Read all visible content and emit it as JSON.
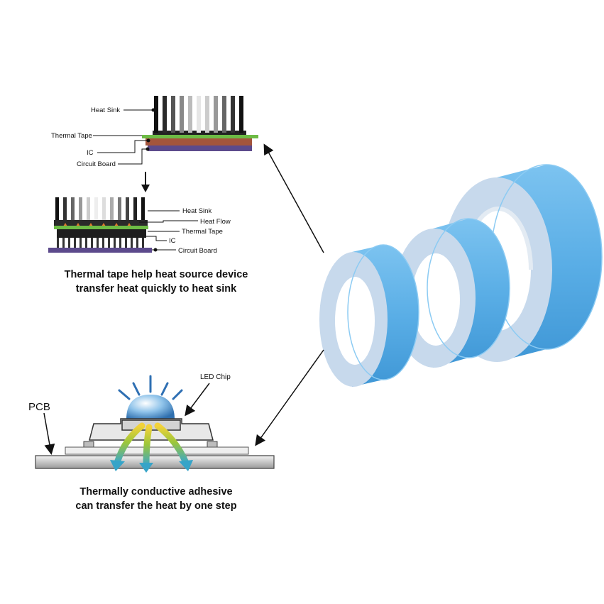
{
  "top_diagram": {
    "labels": {
      "heat_sink": "Heat Sink",
      "thermal_tape": "Thermal Tape",
      "ic": "IC",
      "circuit_board": "Circuit Board"
    },
    "bottom_labels": {
      "heat_sink": "Heat Sink",
      "heat_flow": "Heat Flow",
      "thermal_tape": "Thermal Tape",
      "ic": "IC",
      "circuit_board": "Circuit  Board"
    },
    "caption_line1": "Thermal tape help heat source device",
    "caption_line2": "transfer heat quickly to heat sink"
  },
  "led_diagram": {
    "pcb_label": "PCB",
    "led_chip_label": "LED Chip",
    "caption_line1": "Thermally conductive adhesive",
    "caption_line2": "can transfer the heat by one step"
  },
  "colors": {
    "tape_blue": "#5aaee6",
    "tape_edge": "#c7d9ec",
    "thermal_tape_green": "#6dbb45",
    "ic_brown": "#a4553c",
    "board_purple": "#5c4a8c"
  }
}
